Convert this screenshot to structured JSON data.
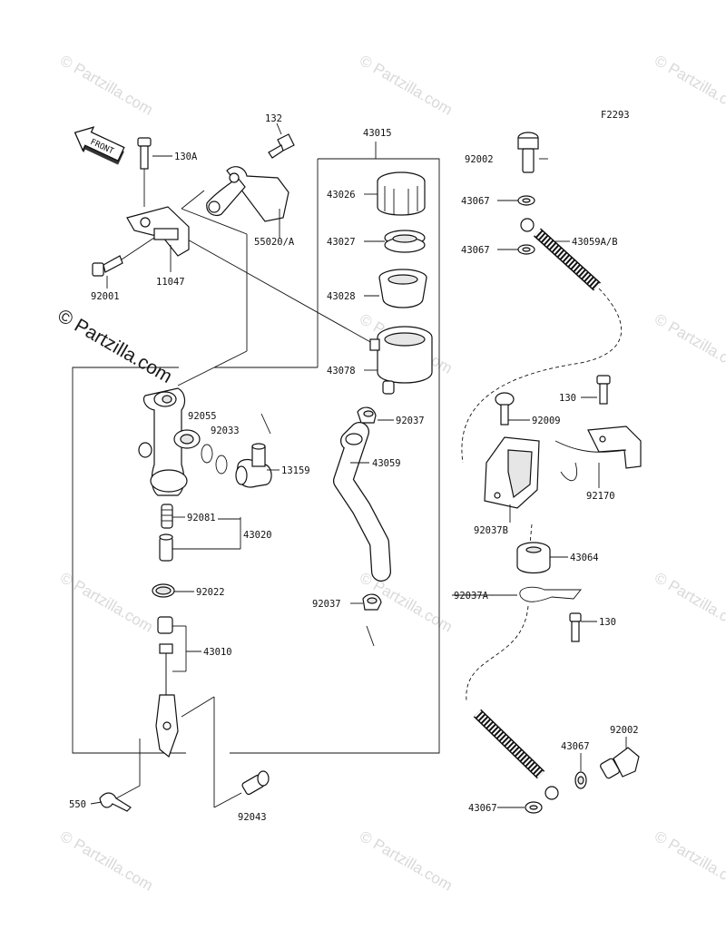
{
  "watermark": {
    "text": "© Partzilla.com",
    "color": "#d9d9d9"
  },
  "diagram_code": "F2293",
  "front_arrow_label": "FRONT",
  "callouts": {
    "p132": "132",
    "p130a": "130A",
    "p55020a": "55020/A",
    "p11047": "11047",
    "p92001": "92001",
    "p43015": "43015",
    "p43026": "43026",
    "p43027": "43027",
    "p43028": "43028",
    "p43078": "43078",
    "p92055": "92055",
    "p92033": "92033",
    "p13159": "13159",
    "p92081": "92081",
    "p43020": "43020",
    "p92022": "92022",
    "p43010": "43010",
    "p550": "550",
    "p92043": "92043",
    "p92037_top": "92037",
    "p43059": "43059",
    "p92037_mid": "92037",
    "p92002_top": "92002",
    "p43067_a": "43067",
    "p43067_b": "43067",
    "p43059ab": "43059A/B",
    "p130": "130",
    "p92009": "92009",
    "p92170": "92170",
    "p92037b": "92037B",
    "p43064": "43064",
    "p92037a": "92037A",
    "p130_low": "130",
    "p92002_low": "92002",
    "p43067_c": "43067",
    "p43067_d": "43067"
  }
}
